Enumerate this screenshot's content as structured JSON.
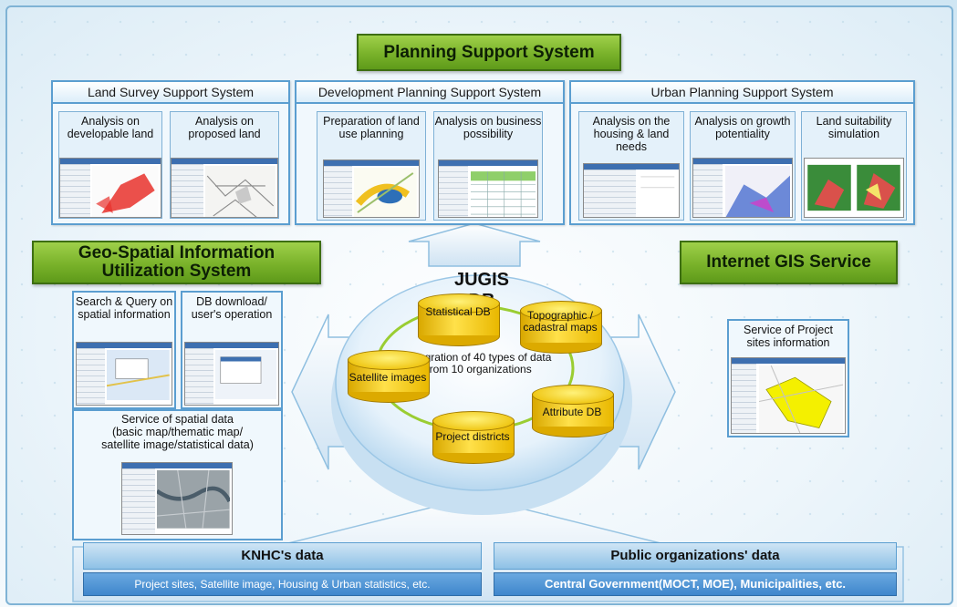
{
  "planning": {
    "title": "Planning Support System",
    "land_survey": {
      "title": "Land Survey Support System",
      "cards": [
        "Analysis on developable land",
        "Analysis on proposed land"
      ]
    },
    "development": {
      "title": "Development Planning Support System",
      "cards": [
        "Preparation of land use planning",
        "Analysis on business possibility"
      ]
    },
    "urban": {
      "title": "Urban Planning Support System",
      "cards": [
        "Analysis on the housing & land needs",
        "Analysis on growth potentiality",
        "Land suitability simulation"
      ]
    }
  },
  "geo": {
    "title_line1": "Geo-Spatial Information",
    "title_line2": "Utilization System",
    "cards": [
      "Search & Query on spatial information",
      "DB download/ user's operation"
    ],
    "spatial_service_line1": "Service of spatial data",
    "spatial_service_line2": "(basic map/thematic map/",
    "spatial_service_line3": "satellite image/statistical data)"
  },
  "internet": {
    "title": "Internet GIS Service",
    "card_line1": "Service of Project",
    "card_line2": "sites information"
  },
  "jugis": {
    "title": "JUGIS DB",
    "center_line1": "Integration of 40 types of data",
    "center_line2": "from 10 organizations",
    "dbs": {
      "statistical": "Statistical DB",
      "topo_line1": "Topographic /",
      "topo_line2": "cadastral maps",
      "satellite": "Satellite images",
      "attribute": "Attribute DB",
      "project": "Project districts"
    }
  },
  "bottom": {
    "knhc_title": "KNHC's data",
    "knhc_sub": "Project sites, Satellite image, Housing & Urban statistics, etc.",
    "public_title": "Public organizations' data",
    "public_sub": "Central Government(MOCT, MOE), Municipalities, etc."
  },
  "colors": {
    "green_title": "#79b22a",
    "panel_border": "#5b9ed0",
    "db_yellow": "#f0c818",
    "arrow_blue": "#dcebf7"
  }
}
